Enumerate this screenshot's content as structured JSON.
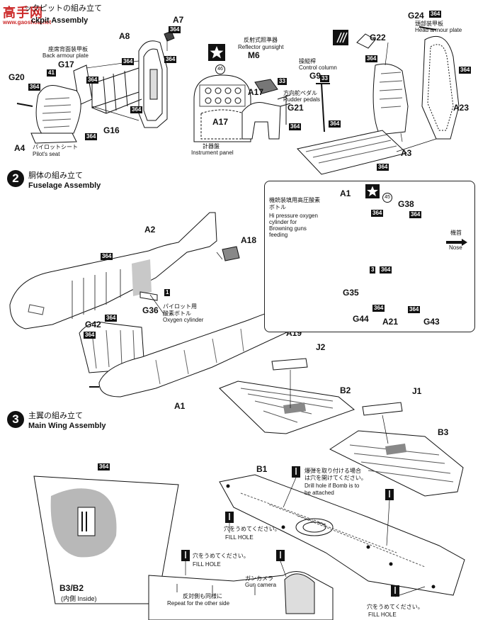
{
  "watermark": {
    "brand": "高手网",
    "url": "www.gaoshou.net"
  },
  "step1": {
    "title_partial": "ックピットの組み立て",
    "title_en_partial": "ckpit Assembly"
  },
  "step2": {
    "number": "2",
    "title_ja": "胴体の組み立て",
    "title_en": "Fuselage Assembly"
  },
  "step3": {
    "number": "3",
    "title_ja": "主翼の組み立て",
    "title_en": "Main Wing Assembly"
  },
  "parts": {
    "A7": "A7",
    "A8": "A8",
    "G17": "G17",
    "G20": "G20",
    "A4": "A4",
    "G16": "G16",
    "M6": "M6",
    "A17a": "A17",
    "A17b": "A17",
    "G21": "G21",
    "G9": "G9",
    "G22": "G22",
    "G24": "G24",
    "A23": "A23",
    "A3": "A3",
    "A2": "A2",
    "A18": "A18",
    "A19": "A19",
    "G36": "G36",
    "G42": "G42",
    "A1a": "A1",
    "A1b": "A1",
    "G38": "G38",
    "G35": "G35",
    "G44": "G44",
    "A21": "A21",
    "G43": "G43",
    "J2": "J2",
    "J1": "J1",
    "B2": "B2",
    "B3": "B3",
    "B1": "B1",
    "B3B2": "B3/B2"
  },
  "captions": {
    "back_armour_ja": "座席背面装甲板",
    "back_armour_en": "Back armour plate",
    "pilot_seat_ja": "パイロットシート",
    "pilot_seat_en": "Pilot's seat",
    "reflector_ja": "反射式照準器",
    "reflector_en": "Reflector gunsight",
    "control_ja": "操縦桿",
    "control_en": "Control column",
    "rudder_ja": "方向舵ペダル",
    "rudder_en": "Rudder pedals",
    "head_armour_ja": "頭部装甲板",
    "head_armour_en": "Head armour plate",
    "instrument_ja": "計器盤",
    "instrument_en": "Instrument panel",
    "oxygen_ja_1": "パイロット用",
    "oxygen_ja_2": "酸素ボトル",
    "oxygen_en": "Oxygen cylinder",
    "hi_oxygen_ja_1": "機銃装填用高圧酸素",
    "hi_oxygen_ja_2": "ボトル",
    "hi_oxygen_en_1": "Hi pressure oxygen",
    "hi_oxygen_en_2": "cylinder for",
    "hi_oxygen_en_3": "Browning guns",
    "hi_oxygen_en_4": "feeding",
    "nose_ja": "機首",
    "nose_en": "Nose",
    "drill_ja_1": "爆弾を取り付ける場合",
    "drill_ja_2": "は穴を開けてください。",
    "drill_en_1": "Drill hole if Bomb is to",
    "drill_en_2": "be attached",
    "fill_ja": "穴をうめてください。",
    "fill_en": "FILL HOLE",
    "gun_camera_ja": "ガンカメラ",
    "gun_camera_en": "Gun camera",
    "repeat_ja": "反対側も同様に",
    "repeat_en": "Repeat for the other side",
    "inside": "(内側 Inside)"
  },
  "color_codes": {
    "c364": "364",
    "c41": "41",
    "c33": "33",
    "c46": "46",
    "c45": "45",
    "c1": "1",
    "c3": "3"
  },
  "colors": {
    "ink": "#111111",
    "wing_shade": "#b4b4b4",
    "panel_shade": "#cfcfcf",
    "watermark_red": "#cc2a2a"
  }
}
